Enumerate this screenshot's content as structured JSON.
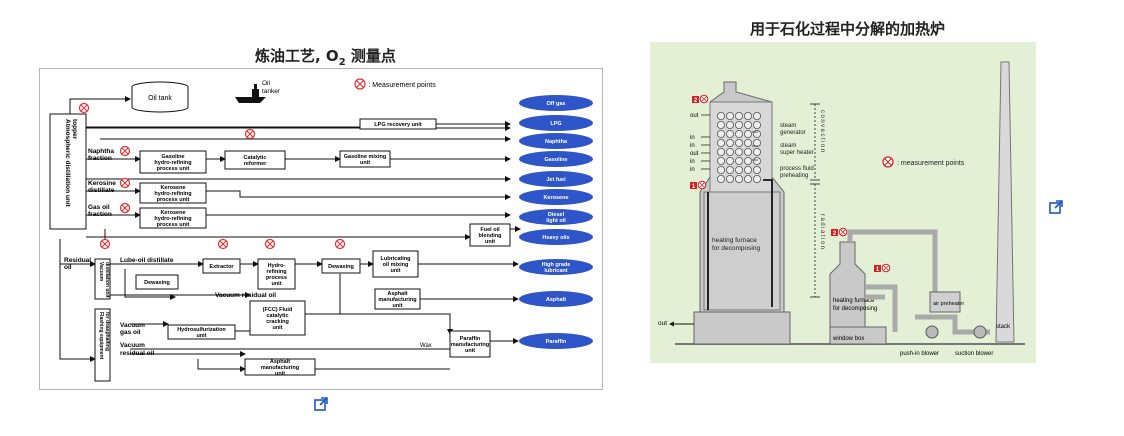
{
  "left": {
    "caption_main": "炼油工艺, O",
    "caption_sub": "2",
    "caption_tail": " 测量点",
    "legend": " : Measurement points",
    "tank": "Oil tank",
    "tanker": [
      "Oil",
      "tanker"
    ],
    "column": [
      "Atmospheric distillation unit",
      "topper"
    ],
    "labels": {
      "naphtha_fraction": [
        "Naphtha",
        "fraction"
      ],
      "kerosine_distillate": [
        "Kerosine",
        "distillate"
      ],
      "gas_oil_fraction": [
        "Gas oil",
        "fraction"
      ],
      "residual_oil": [
        "Residual",
        "oil"
      ],
      "lube_oil": "Lube-oil distillate",
      "vac_residual": "Vacuum residual oil",
      "vac_gas_oil": [
        "Vacuum",
        "gas oil"
      ],
      "vac_residual2": [
        "Vacuum",
        "residual oil"
      ],
      "wax": "Wax"
    },
    "boxes": {
      "lpg_recovery": [
        "LPG recovery unit"
      ],
      "gasoline_hydro": [
        "Gasoline",
        "hydro-refining",
        "process unit"
      ],
      "catalytic_reformer": [
        "Catalytic",
        "reformer"
      ],
      "gasoline_mixing": [
        "Gasoline mixing",
        "unit"
      ],
      "kerosene_hydro": [
        "Kerosene",
        "hydro-refining",
        "process unit"
      ],
      "kerosene_hydro2": [
        "Kerosene",
        "hydro-refining",
        "process unit"
      ],
      "fuel_oil_blending": [
        "Fuel oil",
        "blending",
        "unit"
      ],
      "vacuum_distillation": [
        "Vacuum",
        "distillation unit"
      ],
      "extractor": [
        "Extractor"
      ],
      "hydro_refining": [
        "Hydro-",
        "refining",
        "process",
        "unit"
      ],
      "dewaxing1": [
        "Dewaxing"
      ],
      "dewaxing2": [
        "Dewaxing"
      ],
      "lubricating": [
        "Lubricating",
        "oil mixing",
        "unit"
      ],
      "asphalt_mfg": [
        "Asphalt",
        "manufacturing",
        "unit"
      ],
      "fcc": [
        "(FCC) Fluid",
        "catalytic",
        "cracking",
        "unit"
      ],
      "hydrosulfurization": [
        "Hydrosulfurization",
        "unit"
      ],
      "flashing": [
        "Flashing equipment",
        "for deasphalting"
      ],
      "paraffin_mfg": [
        "Paraffin",
        "manufacturing",
        "unit"
      ],
      "asphalt_mfg2": [
        "Asphalt",
        "manufacturing",
        "unit"
      ]
    },
    "products": [
      "Off gas",
      "LPG",
      "Naphtha",
      "Gasoline",
      "Jet fuel",
      "Kerosene",
      "Diesel light oil",
      "Heavy oils",
      "High grade lubricant",
      "Asphalt",
      "Paraffin"
    ],
    "colors": {
      "product": "#2f56c8",
      "measure": "#e03030"
    }
  },
  "right": {
    "caption": "用于石化过程中分解的加热炉",
    "legend": ": measurement points",
    "left_markers": [
      "2",
      "1"
    ],
    "right_markers": [
      "2",
      "1"
    ],
    "flow_labels": [
      "out",
      "in",
      "in",
      "out",
      "in",
      "in"
    ],
    "coils": [
      [
        "steam",
        "generator"
      ],
      [
        "steam",
        "super heater"
      ],
      [
        "process fluid",
        "preheating"
      ]
    ],
    "zone_convection": "convection",
    "zone_radiation": "radiation",
    "furnace_big": [
      "heating furnace",
      "for decomposing"
    ],
    "furnace_small": [
      "heating furnace",
      "for decomposing"
    ],
    "out_label": "out",
    "window_box": "window box",
    "air_preheater": "air preheater",
    "stack": "stack",
    "push_blower": "push-in blower",
    "suction_blower": "suction blower",
    "colors": {
      "bg": "#e3f0d6",
      "marker": "#d42020"
    }
  }
}
